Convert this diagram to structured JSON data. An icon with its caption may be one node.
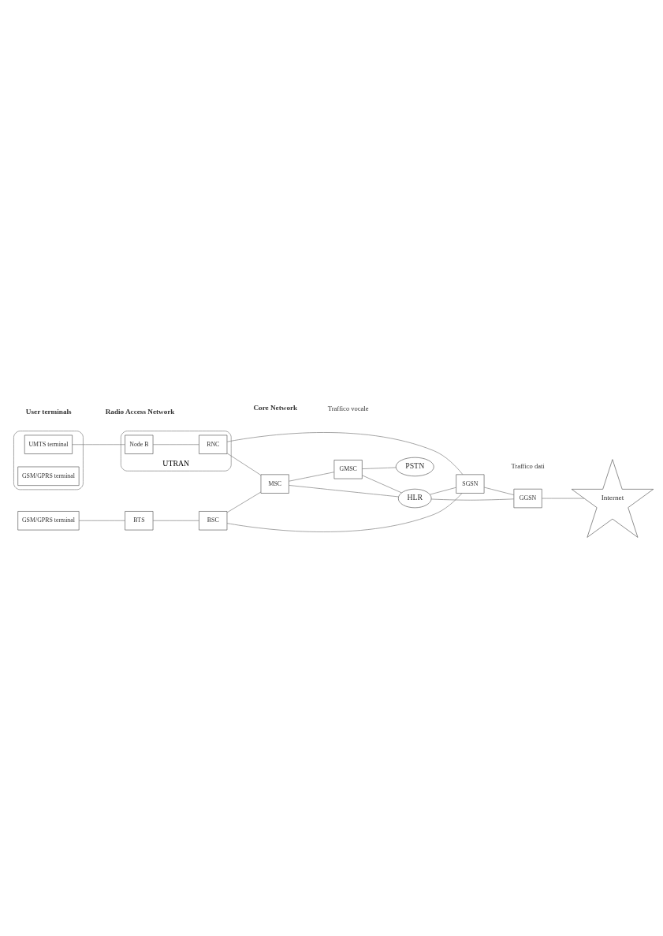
{
  "diagram": {
    "nodes": [
      {
        "text": [
          "GSM/GPRS terminal"
        ]
      },
      {
        "text": [],
        "shape": "box"
      },
      {
        "text": [
          "UMTS terminal"
        ],
        "in": 1
      },
      {
        "text": [
          "GSM/GPRS terminal"
        ],
        "in": 1
      },
      {
        "text": [
          "UTRAN"
        ]
      },
      {
        "text": [
          "BTS"
        ]
      },
      {
        "text": [
          "BSC"
        ]
      },
      {
        "text": [
          "Node B"
        ],
        "in": 4
      },
      {
        "text": [
          "RNC"
        ],
        "in": 4
      },
      {
        "text": [
          "MSC"
        ]
      },
      {
        "text": [
          "GMSC"
        ]
      },
      {
        "text": [
          "PSTN"
        ]
      },
      {
        "text": [
          "HLR"
        ]
      },
      {
        "text": [
          "SGSN"
        ]
      },
      {
        "text": [
          "GGSN"
        ]
      },
      {
        "text": [
          "Internet"
        ]
      }
    ],
    "edges": [
      {
        "from": 0,
        "to": 5,
        "arrow": "none"
      },
      {
        "from": 5,
        "to": 6,
        "arrow": "none"
      },
      {
        "from": 2,
        "to": 7,
        "arrow": "none"
      },
      {
        "from": 7,
        "to": 8,
        "arrow": "none"
      },
      {
        "from": 6,
        "to": 9,
        "arrow": "none"
      },
      {
        "from": 6,
        "to": 13,
        "arrow": "none"
      },
      {
        "from": 8,
        "to": 9,
        "arrow": "none"
      },
      {
        "from": 8,
        "to": 13,
        "arrow": "none"
      },
      {
        "from": 9,
        "to": 10,
        "arrow": "none"
      },
      {
        "from": 10,
        "to": 11,
        "arrow": "none"
      },
      {
        "from": 9,
        "to": 12,
        "arrow": "none"
      },
      {
        "from": 10,
        "to": 12,
        "arrow": "none"
      },
      {
        "from": 12,
        "to": 13,
        "arrow": "none"
      },
      {
        "from": 12,
        "to": 14,
        "arrow": "none"
      },
      {
        "from": 13,
        "to": 14,
        "arrow": "none"
      },
      {
        "from": 14,
        "to": 15,
        "arrow": "none"
      }
    ],
    "labels": [
      "User terminals",
      "Radio Access Network",
      "Core Network",
      "Traffico vocale",
      "Traffico dati"
    ]
  }
}
